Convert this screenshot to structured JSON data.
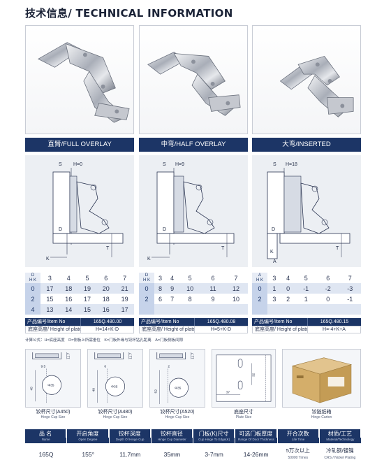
{
  "title": "技术信息/ TECHNICAL INFORMATION",
  "products": [
    {
      "label": "直臂/FULL OVERLAY",
      "h_label": "H=0",
      "s_label": "S",
      "d_label": "D",
      "k_label": "K",
      "t_label": "T",
      "table": {
        "corner_top": "D",
        "corner_left": "H",
        "corner_right": "K",
        "k_values": [
          "3",
          "4",
          "5",
          "6",
          "7"
        ],
        "rows": [
          {
            "d": "0",
            "h": [
              "17",
              "18",
              "19",
              "20",
              "21"
            ]
          },
          {
            "d": "2",
            "h": [
              "15",
              "16",
              "17",
              "18",
              "19"
            ]
          },
          {
            "d": "4",
            "h": [
              "13",
              "14",
              "15",
              "16",
              "17"
            ]
          }
        ]
      },
      "item_label": "产品编号/Item No",
      "item_no": "165Q.480.00",
      "plate_label": "底座高度/ Height of plate",
      "plate_value": "H=14+K-D"
    },
    {
      "label": "中弯/HALF OVERLAY",
      "h_label": "H=9",
      "s_label": "S",
      "d_label": "D",
      "k_label": "K",
      "t_label": "T",
      "table": {
        "corner_top": "D",
        "corner_left": "H",
        "corner_right": "K",
        "k_values": [
          "3",
          "4",
          "5",
          "6",
          "7"
        ],
        "rows": [
          {
            "d": "0",
            "h": [
              "8",
              "9",
              "10",
              "11",
              "12"
            ]
          },
          {
            "d": "2",
            "h": [
              "6",
              "7",
              "8",
              "9",
              "10"
            ]
          },
          {
            "d": "",
            "h": [
              "",
              "",
              "",
              "",
              ""
            ]
          }
        ]
      },
      "item_label": "产品编号/Item No",
      "item_no": "165Q.480.08",
      "plate_label": "底座高度/ Height of plate",
      "plate_value": "H=5+K-D"
    },
    {
      "label": "大弯/INSERTED",
      "h_label": "H=18",
      "s_label": "S",
      "d_label": "D",
      "k_label": "K",
      "t_label": "T",
      "a_label": "A",
      "table": {
        "corner_top": "A",
        "corner_left": "H",
        "corner_right": "K",
        "k_values": [
          "3",
          "4",
          "5",
          "6",
          "7"
        ],
        "rows": [
          {
            "d": "0",
            "h": [
              "1",
              "0",
              "-1",
              "-2",
              "-3"
            ]
          },
          {
            "d": "2",
            "h": [
              "3",
              "2",
              "1",
              "0",
              "-1"
            ]
          },
          {
            "d": "",
            "h": [
              "",
              "",
              "",
              "",
              ""
            ]
          }
        ]
      },
      "item_label": "产品编号/Item No",
      "item_no": "165Q.480.15",
      "plate_label": "底座高度/ Height of plate",
      "plate_value": "H=-4+K+A"
    }
  ],
  "formula_note": "计算公式：H=底座高度　D=侧板上所需垂位　K=门板外缘与铰杯钻孔距离　A=门板侧板间隙",
  "cups": [
    {
      "zh": "铰杯尺寸(A450)",
      "en": "Hinge Cup Size",
      "dim_top": "9.5",
      "dim_side": "45",
      "dim_depth": "11.7",
      "dia": "Φ35"
    },
    {
      "zh": "铰杯尺寸(A480)",
      "en": "Hinge Cup Size",
      "dim_top": "6",
      "dim_side": "48",
      "dim_depth": "11.7",
      "dia": "Φ35"
    },
    {
      "zh": "铰杯尺寸(A520)",
      "en": "Hinge Cup Size",
      "dim_top": "2",
      "dim_side": "52",
      "dim_depth": "11.7",
      "dia": "Φ35"
    }
  ],
  "plate_size": {
    "zh": "底座尺寸",
    "en": "Plate Size",
    "dim_a": "32",
    "dim_b": "37"
  },
  "carton": {
    "zh": "铰链纸箱",
    "en": "Hinge Carton"
  },
  "specs": {
    "headers": [
      {
        "zh": "品 名",
        "en": "Name"
      },
      {
        "zh": "开启角度",
        "en": "Open Degree"
      },
      {
        "zh": "铰杯深度",
        "en": "Depth Of Hinge Cup"
      },
      {
        "zh": "铰杯直径",
        "en": "Hinge Cup Diameter"
      },
      {
        "zh": "门板(K)尺寸",
        "en": "Cup Hinge To Edge(K)"
      },
      {
        "zh": "可选门板厚度",
        "en": "Range Of Door Thickness"
      },
      {
        "zh": "开合次数",
        "en": "Life Time"
      },
      {
        "zh": "材质/工艺",
        "en": "Material/Technology"
      }
    ],
    "values": [
      "165Q",
      "155°",
      "11.7mm",
      "35mm",
      "3-7mm",
      "14-26mm"
    ],
    "lifetime": {
      "main": "5万次以上",
      "sub": "50000 Times"
    },
    "material": {
      "main": "冷轧钢/镀镍",
      "sub": "CRS / Nickel Plating"
    }
  }
}
